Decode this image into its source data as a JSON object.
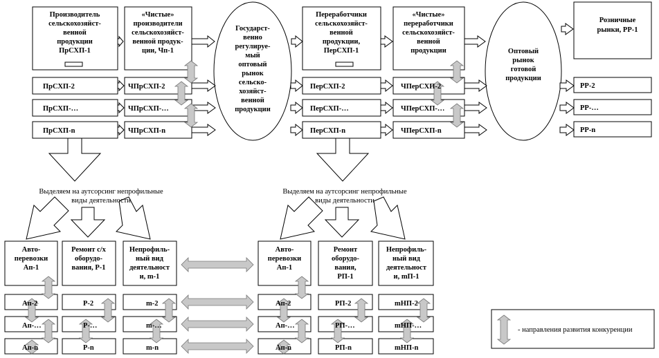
{
  "top": {
    "producers": {
      "main": [
        "Производитель",
        "сельскохозяйст-",
        "венной",
        "продукции",
        "ПрСХП-1"
      ],
      "rows": [
        "ПрСХП-2",
        "ПрСХП-…",
        "ПрСХП-n"
      ]
    },
    "clean_producers": {
      "main": [
        "«Чистые»",
        "производители",
        "сельскохозяйст-",
        "венной продук-",
        "ции, Чп-1"
      ],
      "rows": [
        "ЧПрСХП-2",
        "ЧПрСХП-…",
        "ЧПрСХП-n"
      ]
    },
    "state_market": [
      "Государст-",
      "венно",
      "регулируе-",
      "мый",
      "оптовый",
      "рынок",
      "сельско-",
      "хозяйст-",
      "венной",
      "продукции"
    ],
    "processors": {
      "main": [
        "Переработчики",
        "сельскохозяйст-",
        "венной",
        "продукции,",
        "ПерСХП-1"
      ],
      "rows": [
        "ПерСХП-2",
        "ПерСХП-…",
        "ПерСХП-n"
      ]
    },
    "clean_processors": {
      "main": [
        "«Чистые»",
        "переработчики",
        "сельскохозяйст-",
        "венной",
        "продукции"
      ],
      "rows": [
        "ЧПерСХП-2",
        "ЧПерСХП-…",
        "ЧПерСХП-n"
      ]
    },
    "wholesale_market": [
      "Оптовый",
      "рынок",
      "готовой",
      "продукции"
    ],
    "retail": {
      "main": [
        "Розничные",
        "рынки, РР-1"
      ],
      "rows": [
        "РР-2",
        "РР-…",
        "РР-n"
      ]
    }
  },
  "outsourcing_label": [
    "Выделяем на аутсорсинг непрофильные",
    "виды деятельности"
  ],
  "bottom_left": {
    "transport": {
      "main": [
        "Авто-",
        "перевозки",
        "Ап-1"
      ],
      "rows": [
        "Ап-2",
        "Ап-…",
        "Ап-n"
      ]
    },
    "repair": {
      "main": [
        "Ремонт с/х",
        "оборудо-",
        "вания, Р-1"
      ],
      "rows": [
        "Р-2",
        "Р-…",
        "Р-n"
      ]
    },
    "other": {
      "main": [
        "Непрофиль-",
        "ный вид",
        "деятельност",
        "и, m-1"
      ],
      "rows": [
        "m-2",
        "m-…",
        "m-n"
      ]
    }
  },
  "bottom_right": {
    "transport": {
      "main": [
        "Авто-",
        "перевозки",
        "Ап-1"
      ],
      "rows": [
        "Ап-2",
        "Ап-…",
        "Ап-n"
      ]
    },
    "repair": {
      "main": [
        "Ремонт",
        "оборудо-",
        "вания,",
        "РП-1"
      ],
      "rows": [
        "РП-2",
        "РП-…",
        "РП-n"
      ]
    },
    "other": {
      "main": [
        "Непрофиль-",
        "ный вид",
        "деятельност",
        "и, mП-1"
      ],
      "rows": [
        "mНП-2",
        "mНП-…",
        "mНП-n"
      ]
    }
  },
  "legend": {
    "label": "- направления развития конкуренции",
    "icon": "double-arrow-icon",
    "color": "#c8c8c8"
  }
}
